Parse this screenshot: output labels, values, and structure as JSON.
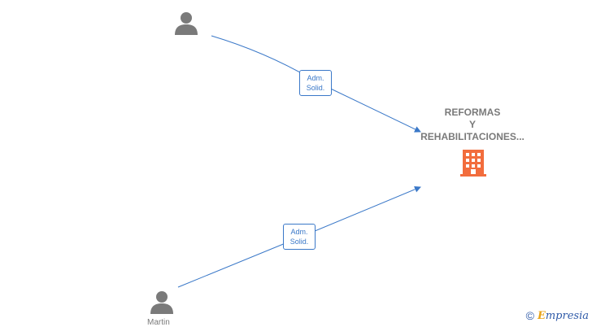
{
  "diagram": {
    "company": {
      "name_lines": [
        "REFORMAS",
        "Y",
        "REHABILITACIONES..."
      ],
      "icon": "building-icon",
      "icon_color": "#f26d3d"
    },
    "persons": [
      {
        "name": "",
        "icon": "person-icon"
      },
      {
        "name": "Martin",
        "icon": "person-icon"
      }
    ],
    "edges": [
      {
        "from": "person-1",
        "to": "company",
        "label_lines": [
          "Adm.",
          "Solid."
        ]
      },
      {
        "from": "person-2",
        "to": "company",
        "label_lines": [
          "Adm.",
          "Solid."
        ]
      }
    ],
    "colors": {
      "edge": "#3a78c8",
      "person_icon": "#7a7a7a",
      "text": "#7a7a7a"
    }
  },
  "footer": {
    "copyright_symbol": "©",
    "brand_first": "E",
    "brand_rest": "mpresia"
  }
}
